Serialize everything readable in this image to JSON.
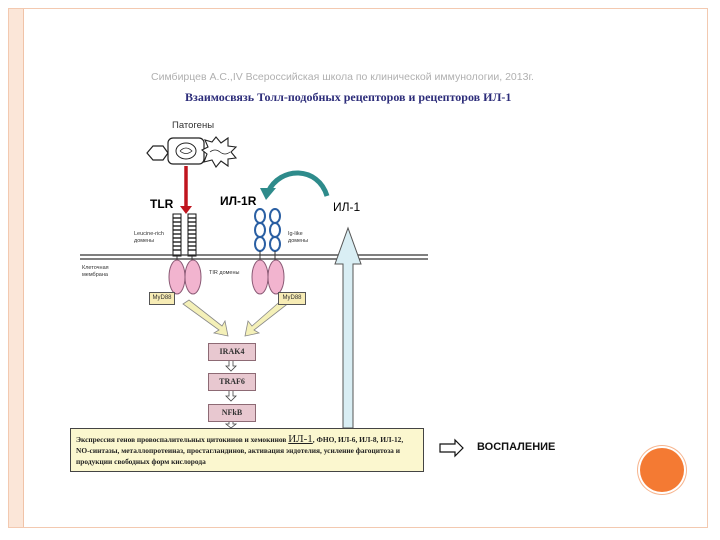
{
  "slide": {
    "subtitle": "Симбирцев А.С.,IV Всероссийская школа по клинической иммунологии, 2013г.",
    "title": "Взаимосвязь Толл-подобных рецепторов и рецепторов ИЛ-1"
  },
  "diagram": {
    "pathogens": "Патогены",
    "tlr": "TLR",
    "il1r": "ИЛ-1R",
    "il1": "ИЛ-1",
    "leucine_domains": "Leucine-rich\nдомены",
    "ig_domains": "Ig-like\nдомены",
    "cell_membrane": "Клеточная\nмембрана",
    "tir_domains": "TIR домены",
    "myd88_left": "MyD88",
    "myd88_right": "MyD88",
    "irak4": "IRAK4",
    "traf6": "TRAF6",
    "nfkb": "NFkB",
    "expression_prefix": "Экспрессия генов провоспалительных цитокинов и хемокинов",
    "expression_il1": "ИЛ-1",
    "expression_rest": ", ФНО, ИЛ-6, ИЛ-8, ИЛ-12, NO-синтазы, металлопротеиназ, простагландинов, активация эндотелия, усиление фагоцитоза и продукции свободных форм кислорода",
    "inflammation": "ВОСПАЛЕНИЕ"
  },
  "colors": {
    "receptor_pink": "#f2b4cf",
    "myd88_fill": "#f7ecb5",
    "signal_fill": "#e8c8d0",
    "expression_fill": "#fbf7cf",
    "il1_arrow": "#d9eef4",
    "red_arrow": "#c0151e",
    "ig_domain_blue": "#2a5fa3",
    "accent_orange": "#f47a33"
  }
}
